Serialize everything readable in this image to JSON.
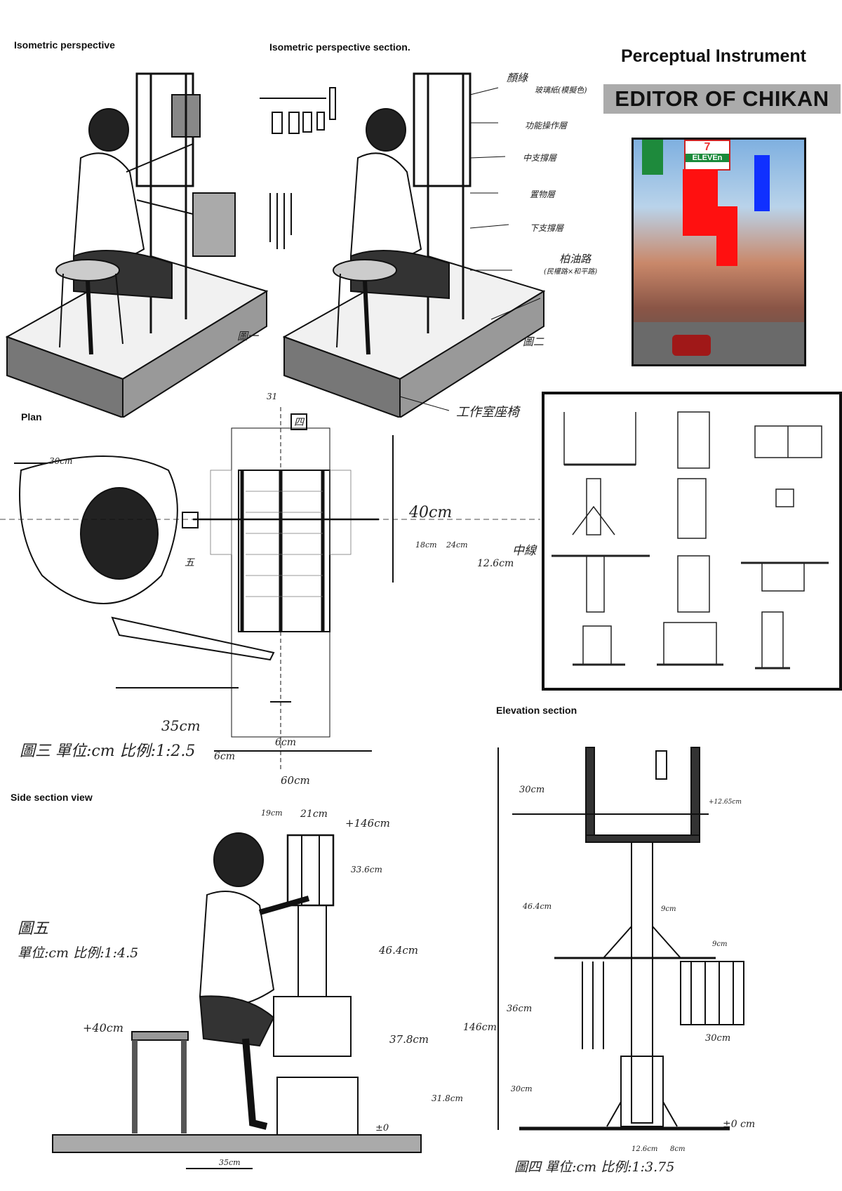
{
  "header": {
    "title": "Perceptual Instrument",
    "banner": "EDITOR OF CHIKAN"
  },
  "sections": {
    "iso": "Isometric perspective",
    "iso_section": "Isometric perspective section.",
    "plan": "Plan",
    "elevation": "Elevation section",
    "side": "Side section view"
  },
  "photo": {
    "sign_text": "ELEVEn",
    "sign_number": "7",
    "colors": {
      "green": "#1e8a3c",
      "red": "#ff1010",
      "blue": "#1030ff"
    }
  },
  "iso_section_labels": [
    "顏綠",
    "玻璃紙(模擬色)",
    "功能操作層",
    "中支撐層",
    "置物層",
    "下支撐層",
    "柏油路",
    "(民權路×和平路)",
    "工作室座椅"
  ],
  "iso_figure_labels": {
    "fig1": "圖一",
    "fig2": "圖二"
  },
  "plan": {
    "dims": [
      "30cm",
      "31",
      "40cm",
      "18cm",
      "24cm",
      "12.6cm",
      "中線",
      "35cm",
      "6cm",
      "6cm",
      "60cm",
      "四",
      "五"
    ],
    "caption": "圖三 單位:cm 比例:1:2.5"
  },
  "side": {
    "dims": [
      "19cm",
      "21cm",
      "+146cm",
      "33.6cm",
      "46.4cm",
      "37.8cm",
      "31.8cm",
      "+40cm",
      "±0",
      "35cm"
    ],
    "caption_fig": "圖五",
    "caption_units": "單位:cm 比例:1:4.5"
  },
  "elevation": {
    "dims": [
      "30cm",
      "46.4cm",
      "36cm",
      "30cm",
      "146cm",
      "9cm",
      "9cm",
      "30cm",
      "12.6cm",
      "8cm",
      "±0 cm",
      "+12.65cm"
    ],
    "caption": "圖四 單位:cm 比例:1:3.75"
  }
}
